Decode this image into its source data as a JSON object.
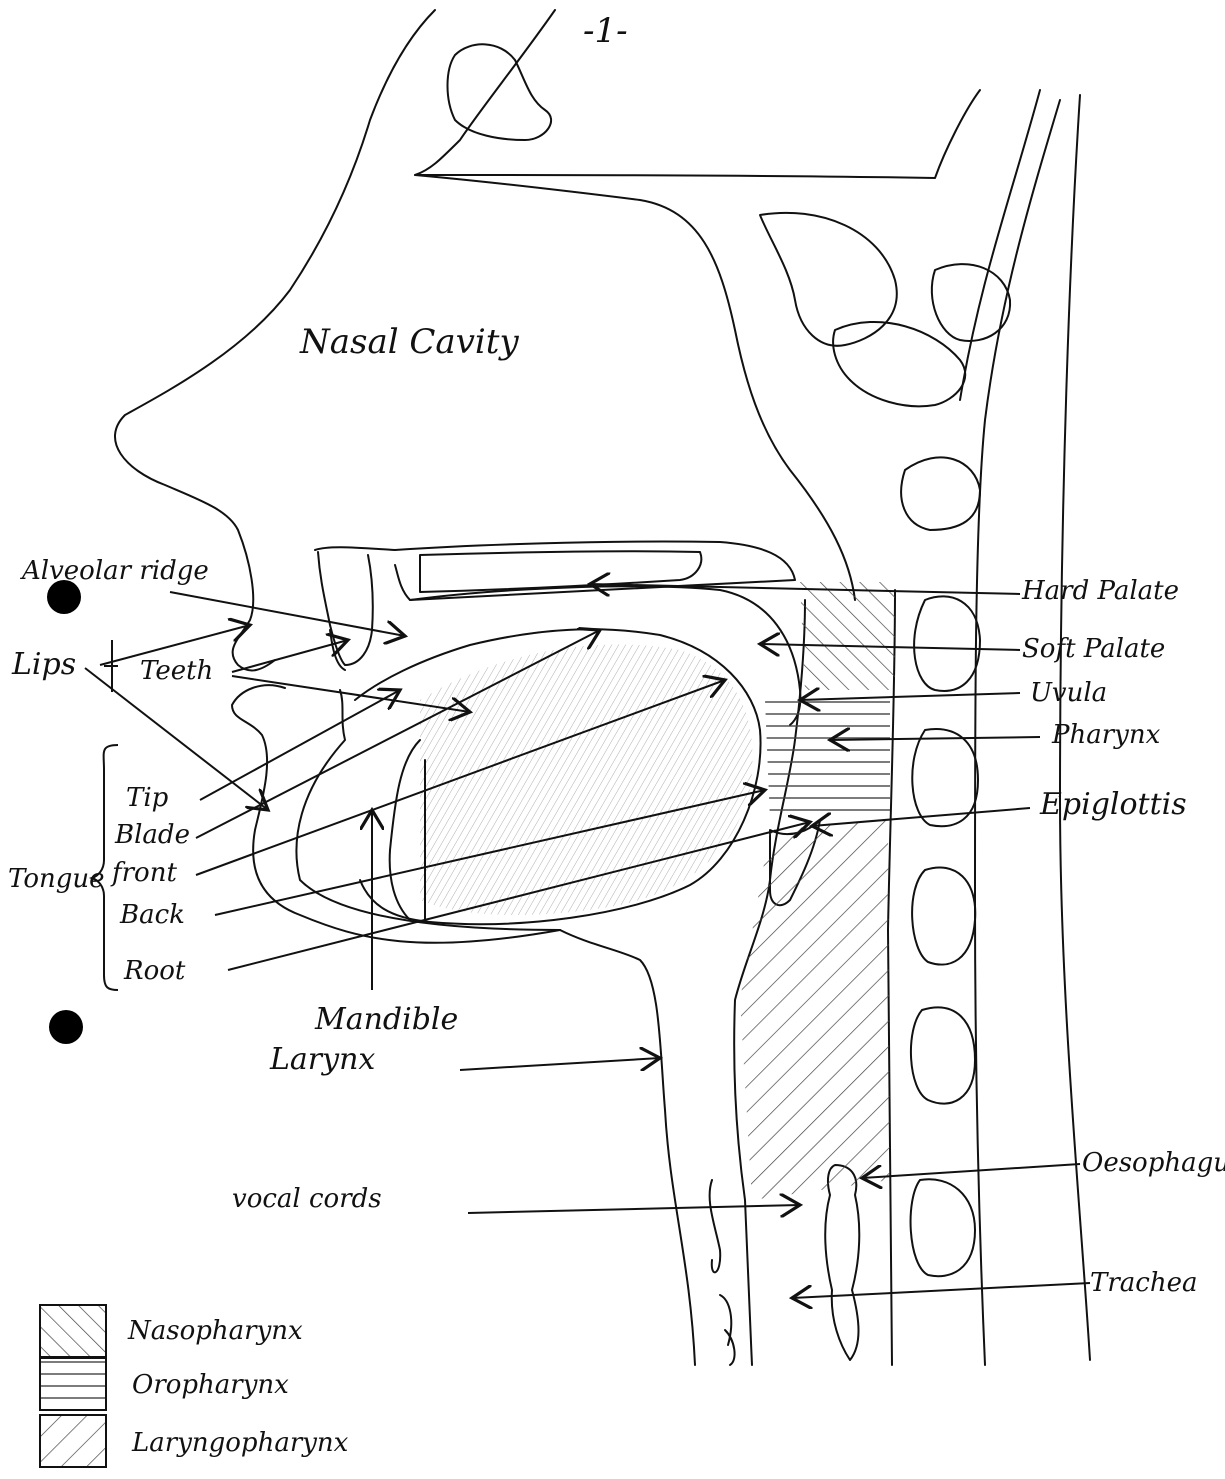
{
  "page_number": "-1-",
  "colors": {
    "ink": "#111111",
    "dot": "#000000",
    "hatch": "#444444"
  },
  "labels": {
    "nasal_cavity": "Nasal Cavity",
    "alveolar_ridge": "Alveolar ridge",
    "lips": "Lips",
    "teeth": "Teeth",
    "tongue": "Tongue",
    "tip": "Tip",
    "blade": "Blade",
    "front": "front",
    "back": "Back",
    "root": "Root",
    "mandible": "Mandible",
    "larynx": "Larynx",
    "vocal_cords": "vocal cords",
    "hard_palate": "Hard Palate",
    "soft_palate": "Soft Palate",
    "uvula": "Uvula",
    "pharynx": "Pharynx",
    "epiglottis": "Epiglottis",
    "oesophagus": "Oesophagu",
    "trachea": "Trachea"
  },
  "legend": [
    {
      "label": "Nasopharynx",
      "pattern": "hatch-back-diagonal"
    },
    {
      "label": "Oropharynx",
      "pattern": "hatch-horizontal"
    },
    {
      "label": "Laryngopharynx",
      "pattern": "hatch-forward-diagonal"
    }
  ]
}
